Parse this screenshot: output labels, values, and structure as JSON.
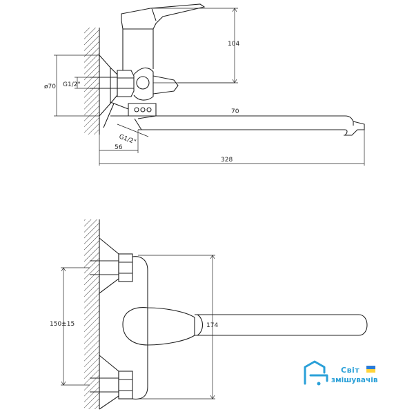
{
  "dimensions": {
    "top": {
      "height_body": "104",
      "diameter": "ø70",
      "thread_top": "G1/2\"",
      "thread_bottom": "G1/2\"",
      "spout_reach": "70",
      "eccentric_offset": "56",
      "total_length": "328"
    },
    "bottom": {
      "center_distance": "150±15",
      "handle_length": "174"
    }
  },
  "brand": {
    "line1": "Світ",
    "line2": "змішувачів",
    "color": "#2aa0d8",
    "flag_colors": [
      "#2a7bd8",
      "#ffd43b"
    ]
  }
}
